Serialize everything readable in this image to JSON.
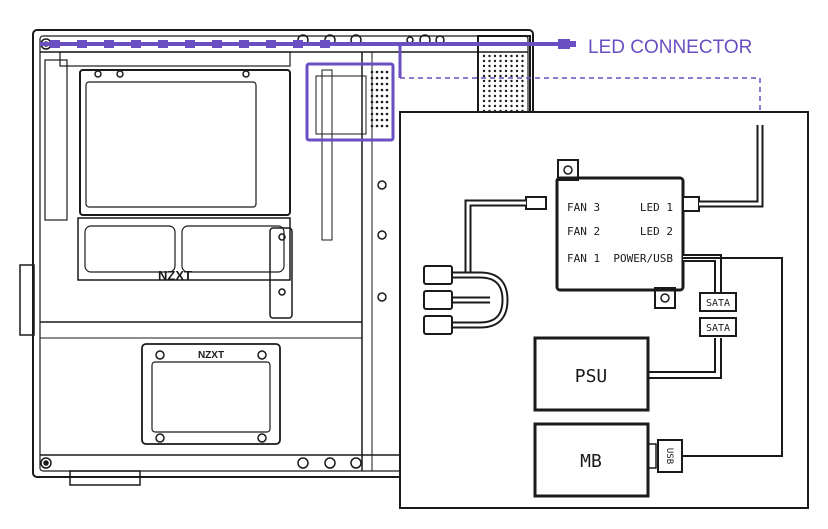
{
  "callout": {
    "label": "LED CONNECTOR"
  },
  "case": {
    "brand_top": "NZXT",
    "brand_bottom": "NZXT"
  },
  "controller": {
    "ports": {
      "fan3": "FAN 3",
      "fan2": "FAN 2",
      "fan1": "FAN 1",
      "led1": "LED 1",
      "led2": "LED 2",
      "power_usb": "POWER/USB"
    }
  },
  "connectors": {
    "sata_1": "SATA",
    "sata_2": "SATA",
    "usb": "USB"
  },
  "components": {
    "psu": "PSU",
    "mb": "MB"
  },
  "colors": {
    "accent": "#6a4fc2",
    "line": "#1a1a1a",
    "background": "#ffffff"
  }
}
